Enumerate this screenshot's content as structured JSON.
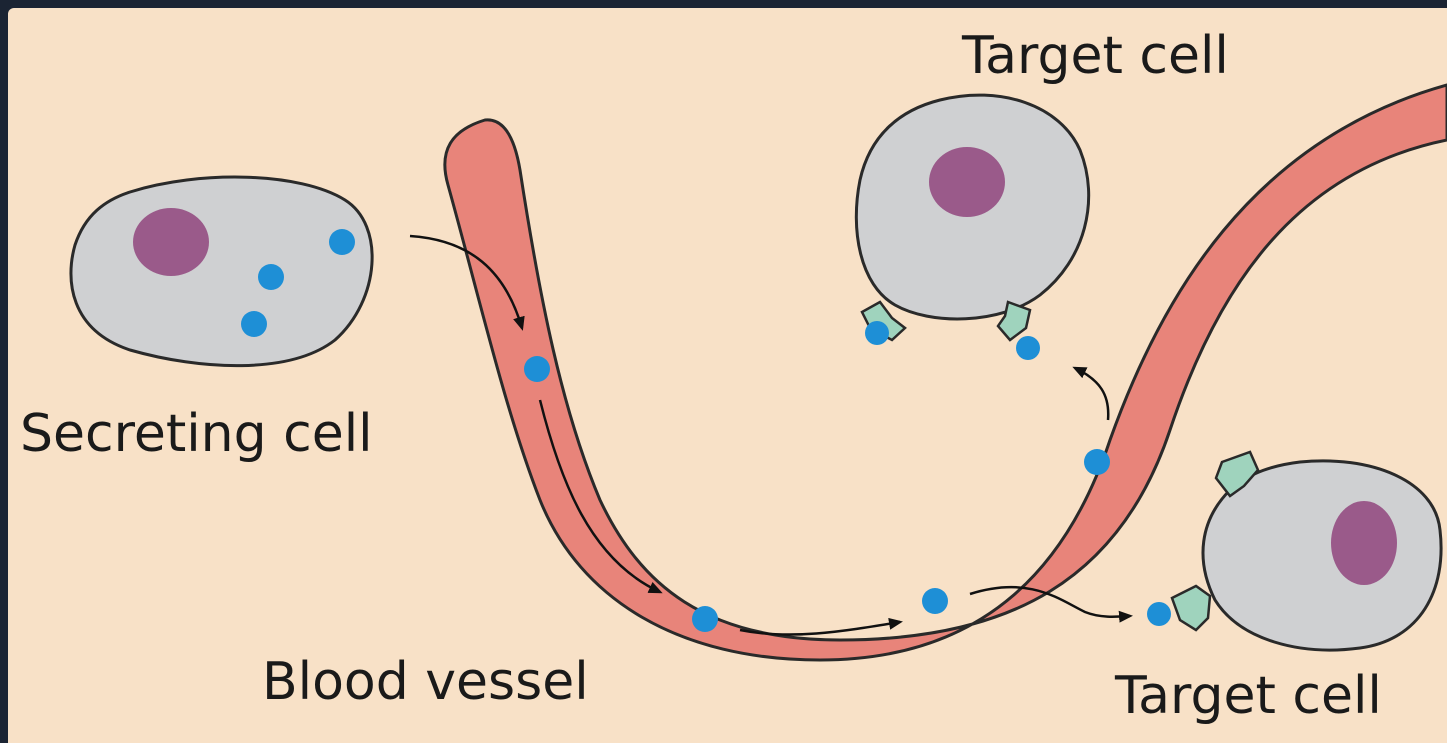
{
  "labels": {
    "secreting_cell": "Secreting cell",
    "blood_vessel": "Blood vessel",
    "target_cell_top": "Target cell",
    "target_cell_bottom": "Target cell"
  },
  "colors": {
    "background": "#f8e1c7",
    "outer_frame": "#1b2433",
    "vessel": "#e8847a",
    "cell_body": "#cfd0d2",
    "nucleus": "#9a5a8a",
    "hormone": "#1e8fd6",
    "receptor": "#9fd3bd",
    "outline": "#2a2a2a"
  },
  "icons": [
    "secreting-cell-icon",
    "blood-vessel-icon",
    "target-cell-icon",
    "hormone-dot-icon",
    "receptor-icon",
    "flow-arrow-icon"
  ]
}
